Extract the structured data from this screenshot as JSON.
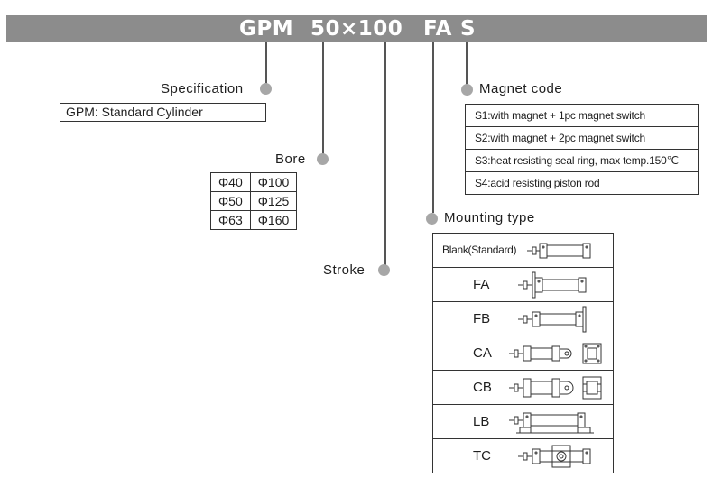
{
  "header": {
    "code_model": "GPM",
    "code_size": "50×100",
    "code_mount": "FA",
    "code_magnet": "S",
    "bar_color": "#8c8c8c"
  },
  "specification": {
    "label": "Specification",
    "value": "GPM: Standard Cylinder"
  },
  "bore": {
    "label": "Bore",
    "rows": [
      [
        "Φ40",
        "Φ100"
      ],
      [
        "Φ50",
        "Φ125"
      ],
      [
        "Φ63",
        "Φ160"
      ]
    ]
  },
  "stroke": {
    "label": "Stroke"
  },
  "magnet": {
    "label": "Magnet code",
    "options": [
      "S1:with magnet + 1pc magnet switch",
      "S2:with magnet + 2pc magnet switch",
      "S3:heat resisting seal ring, max temp.150℃",
      "S4:acid resisting piston rod"
    ]
  },
  "mounting": {
    "label": "Mounting type",
    "types": [
      {
        "label": "Blank(Standard)",
        "icon": "cylinder-standard-icon"
      },
      {
        "label": "FA",
        "icon": "cylinder-front-flange-icon"
      },
      {
        "label": "FB",
        "icon": "cylinder-rear-flange-icon"
      },
      {
        "label": "CA",
        "icon": "cylinder-single-clevis-icon"
      },
      {
        "label": "CB",
        "icon": "cylinder-double-clevis-icon"
      },
      {
        "label": "LB",
        "icon": "cylinder-foot-mount-icon"
      },
      {
        "label": "TC",
        "icon": "cylinder-trunnion-icon"
      }
    ]
  },
  "colors": {
    "dot": "#a7a7a7",
    "line": "#555555",
    "text": "#1e1e1e"
  }
}
